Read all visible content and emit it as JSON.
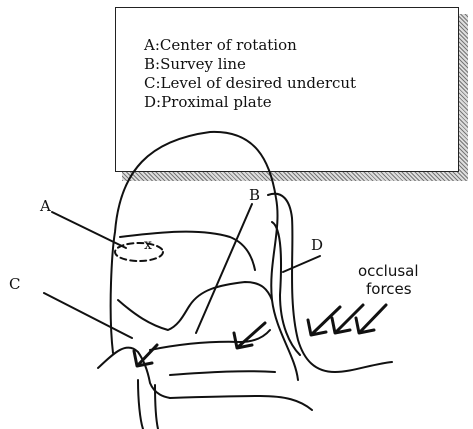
{
  "legend": {
    "items": [
      "A:Center of rotation",
      "B:Survey line",
      "C:Level of desired undercut",
      "D:Proximal plate"
    ]
  },
  "labels": {
    "a": "A",
    "b": "B",
    "c": "C",
    "d": "D",
    "x_mark": "x",
    "occlusal_forces_line1": "occlusal",
    "occlusal_forces_line2": "forces"
  }
}
